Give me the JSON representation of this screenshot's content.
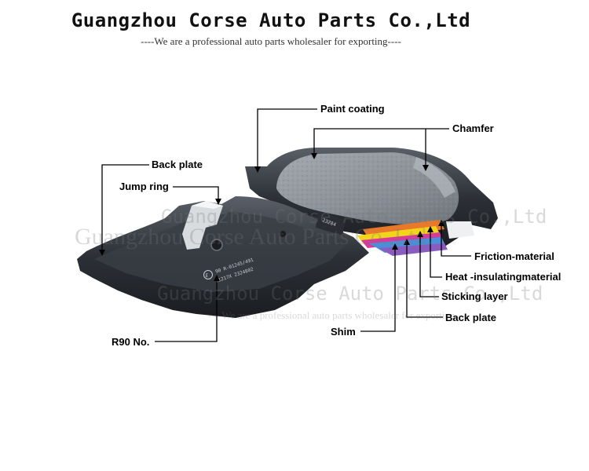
{
  "header": {
    "company_name": "Guangzhou Corse Auto Parts Co.,Ltd",
    "tagline": "----We are a professional auto parts wholesaler for exporting----"
  },
  "labels": {
    "paint_coating": "Paint coating",
    "chamfer": "Chamfer",
    "back_plate_top": "Back plate",
    "jump_ring": "Jump ring",
    "friction_material": "Friction-material",
    "heat_insulating": "Heat -insulatingmaterial",
    "sticking_layer": "Sticking layer",
    "back_plate_bottom": "Back plate",
    "shim": "Shim",
    "r90_no": "R90 No."
  },
  "pad_stamp": {
    "approval": "90 R-01245/491",
    "code": "E1217X 2324802"
  },
  "watermark": {
    "line1": "Guangzhou Corse Auto Parts Co.,Ltd",
    "line2": "Guangzhou Corse Auto Parts Co.,Ltd.",
    "line3": "Guangzhou Corse Auto Parts Co.,Ltd",
    "line4": "----We are a professional auto parts wholesaler for exporting----"
  },
  "colors": {
    "layer_yellow": "#f2d51a",
    "layer_orange": "#e8782a",
    "layer_magenta": "#d63a9c",
    "layer_blue": "#4a90d8",
    "layer_purple": "#8a5cc0",
    "friction_gray": "#8f959b",
    "backplate_dark": "#2c3036"
  }
}
